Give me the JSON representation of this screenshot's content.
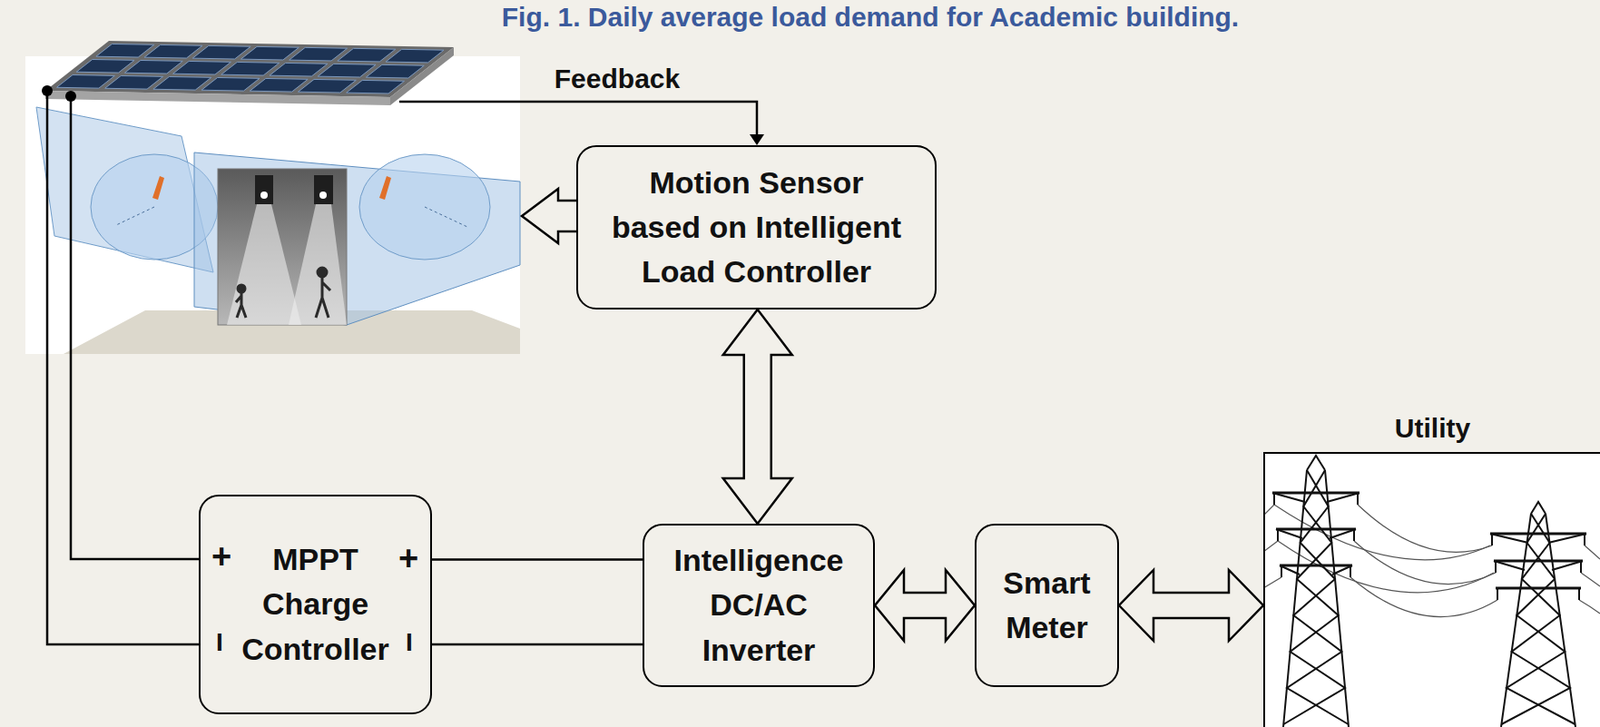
{
  "diagram": {
    "title": "Fig. 1. Daily average load demand for Academic building.",
    "nodes": [
      {
        "text": [
          "Motion Sensor based on Intelligent Load Controller"
        ]
      },
      {
        "text": [
          "MPPT Charge Controller"
        ]
      },
      {
        "text": [
          "Intelligence DC/AC Inverter"
        ]
      },
      {
        "text": [
          "Smart Meter"
        ]
      },
      {
        "text": [
          "Utility"
        ]
      }
    ],
    "edges": [
      {
        "from": 0,
        "to": 2,
        "arrow": "both"
      },
      {
        "from": 1,
        "to": 2,
        "arrow": "none"
      },
      {
        "from": 1,
        "to": 2,
        "arrow": "none"
      },
      {
        "from": 2,
        "to": 3,
        "arrow": "both"
      },
      {
        "from": 3,
        "to": 4,
        "arrow": "both"
      }
    ],
    "labels": [
      "Feedback",
      "+",
      "+",
      "I",
      "I"
    ]
  }
}
